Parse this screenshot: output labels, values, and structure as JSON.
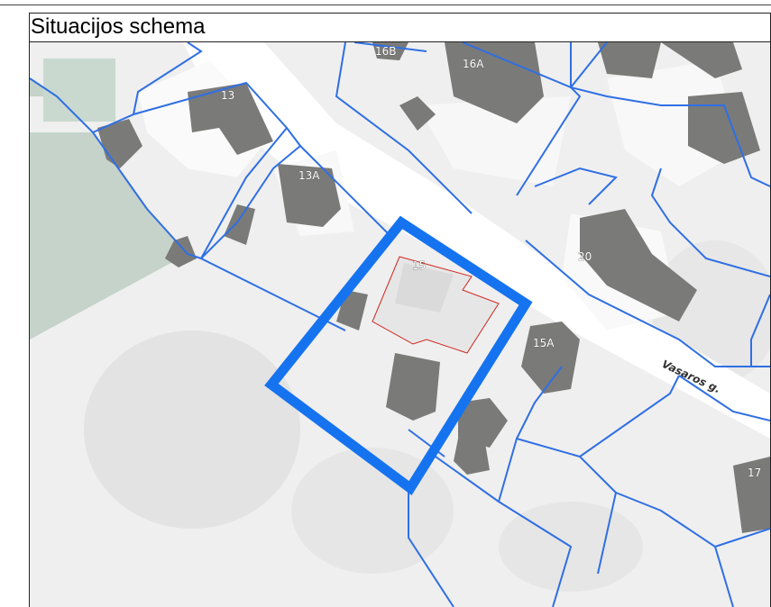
{
  "title": "Situacijos schema",
  "map": {
    "street_label": "Vasaros g.",
    "building_labels": {
      "b16b": "16B",
      "b16a": "16A",
      "b13": "13",
      "b13a": "13A",
      "b20": "20",
      "b15": "15",
      "b15a": "15A",
      "b17": "17"
    },
    "colors": {
      "parcel_border": "#2f6fe4",
      "highlight_border": "#1573f0",
      "building": "#7a7a78",
      "subject_footprint": "#d0271f",
      "water": "#c5d3ca",
      "road": "#ffffff",
      "ground": "#efefef"
    }
  }
}
